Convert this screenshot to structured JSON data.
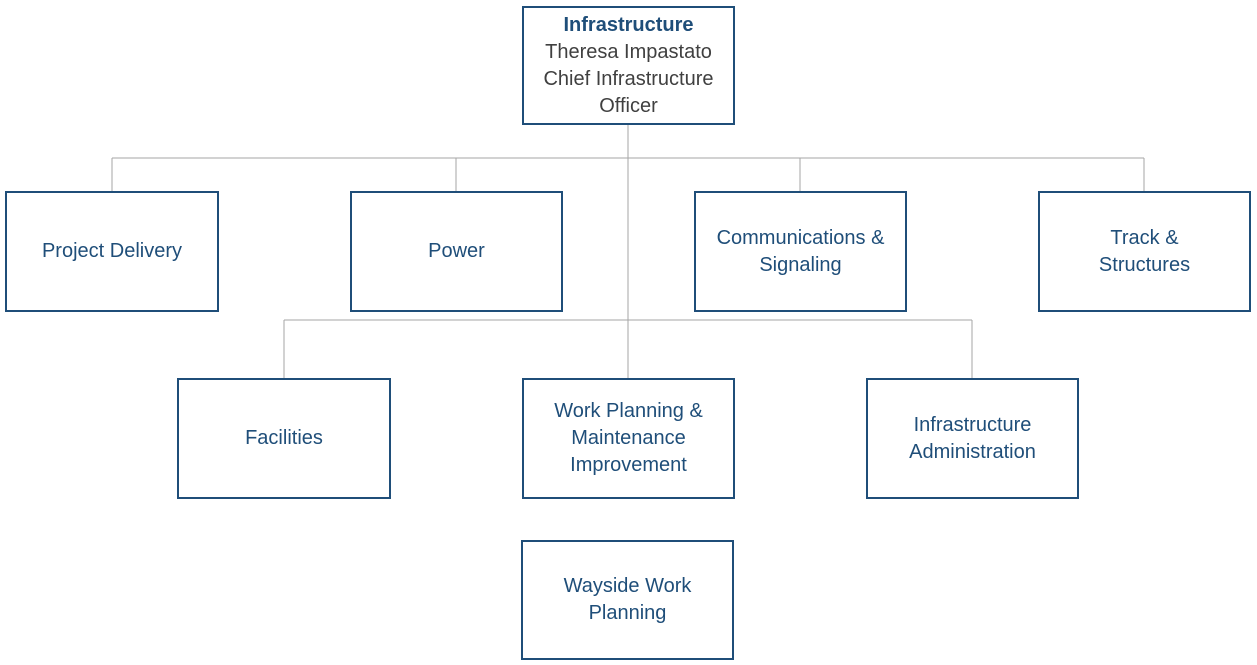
{
  "colors": {
    "box_border": "#1f4e79",
    "box_text": "#1f4e79",
    "person_text": "#404040",
    "connector": "#a6a6a6"
  },
  "root": {
    "title": "Infrastructure",
    "person": "Theresa Impastato",
    "role": "Chief Infrastructure Officer"
  },
  "units": [
    {
      "id": "project-delivery",
      "label": "Project Delivery"
    },
    {
      "id": "power",
      "label": "Power"
    },
    {
      "id": "communications-signaling",
      "label": "Communications & Signaling"
    },
    {
      "id": "track-structures",
      "label": "Track & Structures"
    },
    {
      "id": "facilities",
      "label": "Facilities"
    },
    {
      "id": "work-planning",
      "label": "Work Planning & Maintenance Improvement"
    },
    {
      "id": "infrastructure-administration",
      "label": "Infrastructure Administration"
    },
    {
      "id": "wayside-work-planning",
      "label": "Wayside Work Planning"
    }
  ]
}
